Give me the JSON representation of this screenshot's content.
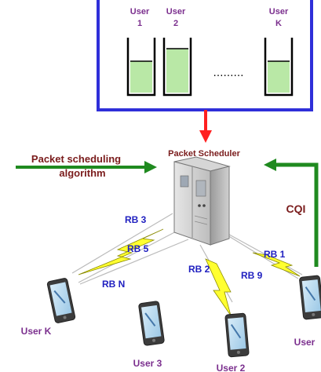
{
  "queue_box": {
    "users": [
      {
        "line1": "User",
        "line2": "1"
      },
      {
        "line1": "User",
        "line2": "2"
      },
      {
        "line1": "User",
        "line2": "K"
      }
    ],
    "ellipsis": "………",
    "colors": {
      "border": "#2f2fd9",
      "queue_fill": "#b9e8a6",
      "user_text": "#7b2f8e"
    }
  },
  "scheduler_label": "Packet Scheduler",
  "algorithm_label": {
    "line1": "Packet scheduling",
    "line2": "algorithm"
  },
  "cqi_label": "CQI",
  "resource_blocks": [
    "RB 3",
    "RB 5",
    "RB N",
    "RB 2",
    "RB 1",
    "RB 9"
  ],
  "device_labels": [
    "User K",
    "User 3",
    "User 2",
    "User"
  ],
  "colors": {
    "purple_text": "#7b2f8e",
    "dark_red_text": "#7a1c1c",
    "blue_text": "#2020c0",
    "green_arrow": "#1f8a1f",
    "red_arrow": "#ff2020",
    "lightning": "#ffff30"
  }
}
